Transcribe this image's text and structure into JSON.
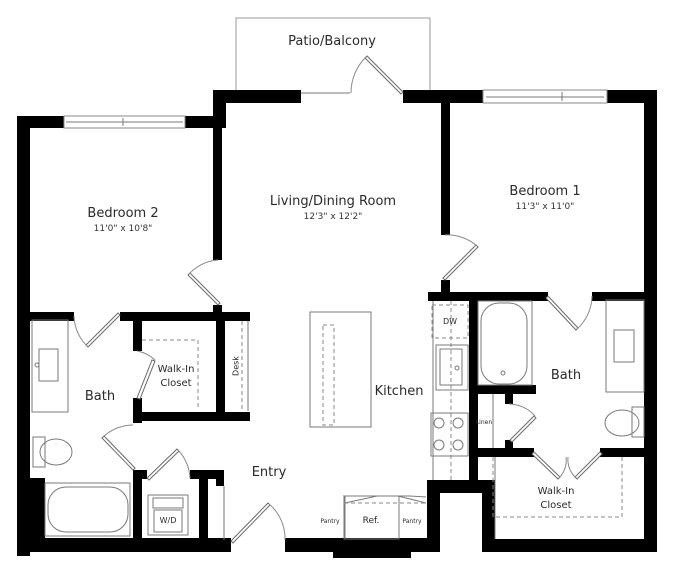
{
  "plan": {
    "rooms": {
      "patio": {
        "name": "Patio/Balcony"
      },
      "living": {
        "name": "Living/Dining Room",
        "dims": "12'3\" x 12'2\""
      },
      "bedroom1": {
        "name": "Bedroom 1",
        "dims": "11'3\" x 11'0\""
      },
      "bedroom2": {
        "name": "Bedroom 2",
        "dims": "11'0\" x 10'8\""
      },
      "bath_left": {
        "name": "Bath"
      },
      "bath_right": {
        "name": "Bath"
      },
      "closet_left": {
        "name_line1": "Walk-In",
        "name_line2": "Closet"
      },
      "closet_right": {
        "name_line1": "Walk-In",
        "name_line2": "Closet"
      },
      "kitchen": {
        "name": "Kitchen"
      },
      "entry": {
        "name": "Entry"
      }
    },
    "fixtures": {
      "desk": "Desk",
      "dishwasher": "DW",
      "linen": "Linen",
      "washer_dryer": "W/D",
      "refrigerator": "Ref.",
      "pantry_left": "Pantry",
      "pantry_right": "Pantry"
    },
    "colors": {
      "wall": "#000000",
      "fixture_line": "#7a7a7a",
      "label": "#2a2a2a",
      "background": "#ffffff"
    }
  }
}
